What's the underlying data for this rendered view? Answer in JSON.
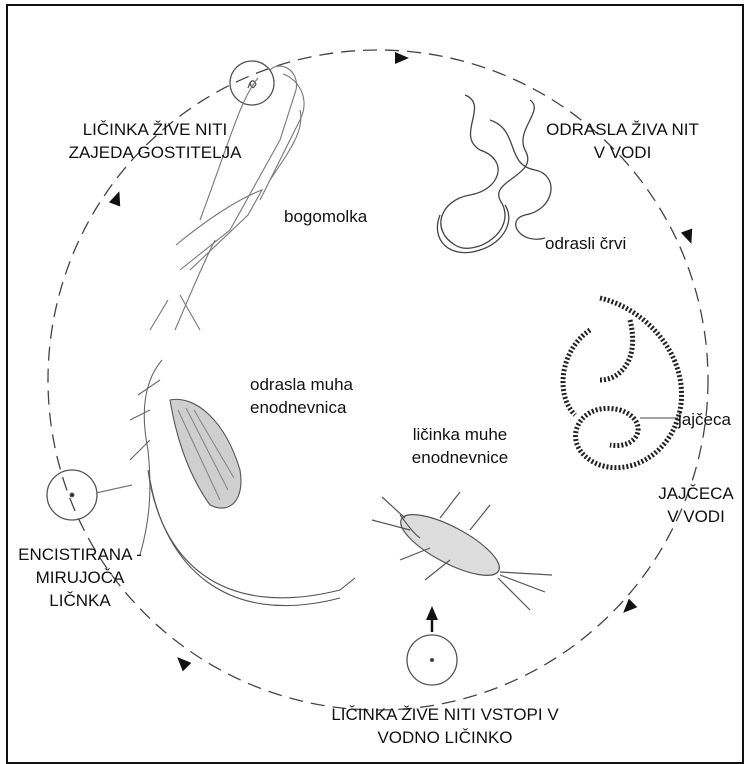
{
  "labels": {
    "larva_infects_host": [
      "LIČINKA ŽIVE NITI",
      "ZAJEDA GOSTITELJA"
    ],
    "adult_in_water": [
      "ODRASLA ŽIVA NIT",
      "V VODI"
    ],
    "mantis": "bogomolka",
    "adult_worms": "odrasli črvi",
    "adult_mayfly": [
      "odrasla muha",
      "enodnevnica"
    ],
    "eggs": "jajčeca",
    "mayfly_larva": [
      "ličinka muhe",
      "enodnevnice"
    ],
    "eggs_in_water": [
      "JAJČECA",
      "V VODI"
    ],
    "encysted": [
      "ENCISTIRANA -",
      "MIRUJOČA",
      "LIČNKA"
    ],
    "larva_enters": [
      "LIČINKA ŽIVE NITI VSTOPI V",
      "VODNO LIČINKO"
    ]
  }
}
